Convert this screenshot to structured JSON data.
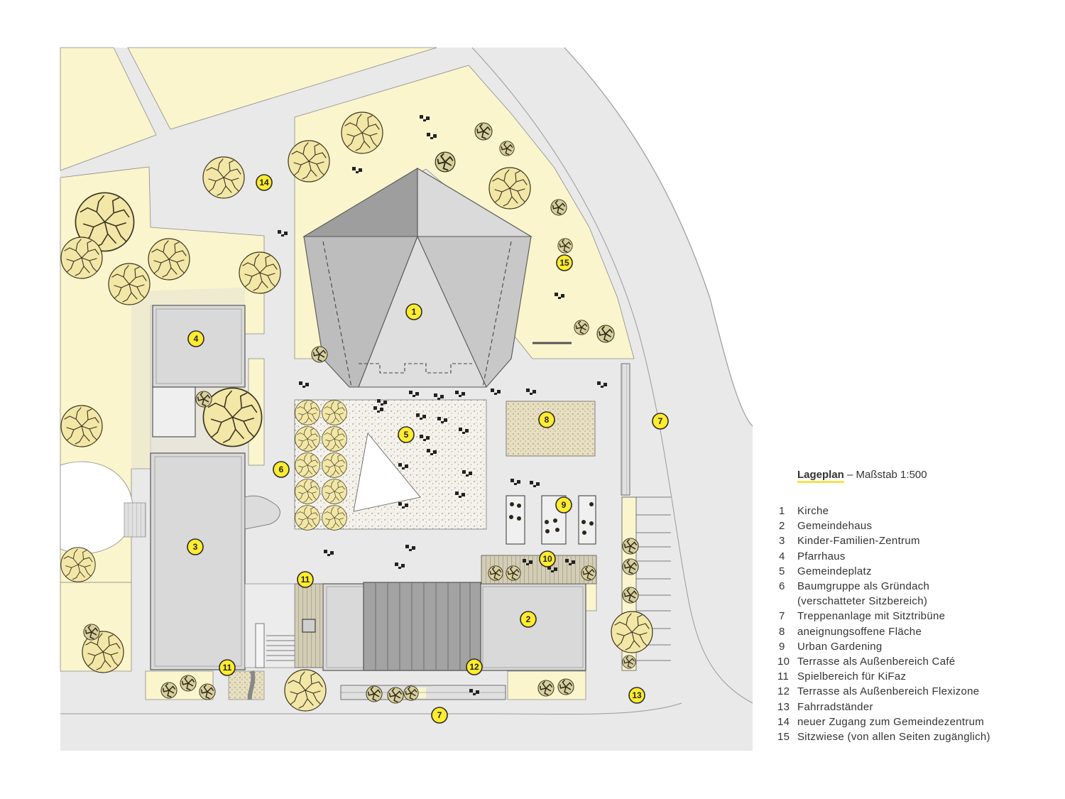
{
  "legend": {
    "title_bold": "Lageplan",
    "title_rest": " – Maßstab 1:500",
    "items": [
      {
        "num": "1",
        "label": "Kirche"
      },
      {
        "num": "2",
        "label": "Gemeindehaus"
      },
      {
        "num": "3",
        "label": "Kinder-Familien-Zentrum"
      },
      {
        "num": "4",
        "label": "Pfarrhaus"
      },
      {
        "num": "5",
        "label": "Gemeindeplatz"
      },
      {
        "num": "6",
        "label": "Baumgruppe als Gründach"
      },
      {
        "num": "",
        "label": "(verschatteter Sitzbereich)"
      },
      {
        "num": "7",
        "label": "Treppenanlage mit Sitztribüne"
      },
      {
        "num": "8",
        "label": "aneignungsoffene Fläche"
      },
      {
        "num": "9",
        "label": "Urban Gardening"
      },
      {
        "num": "10",
        "label": "Terrasse als Außenbereich Café"
      },
      {
        "num": "11",
        "label": "Spielbereich für KiFaz"
      },
      {
        "num": "12",
        "label": "Terrasse als Außenbereich Flexizone"
      },
      {
        "num": "13",
        "label": "Fahrradständer"
      },
      {
        "num": "14",
        "label": "neuer Zugang zum Gemeindezentrum"
      },
      {
        "num": "15",
        "label": "Sitzwiese (von allen Seiten zugänglich)"
      }
    ]
  },
  "markers": {
    "m1": "1",
    "m2": "2",
    "m3": "3",
    "m4": "4",
    "m5": "5",
    "m6": "6",
    "m7a": "7",
    "m7b": "7",
    "m8": "8",
    "m9": "9",
    "m10": "10",
    "m11a": "11",
    "m11b": "11",
    "m12": "12",
    "m13": "13",
    "m14": "14",
    "m15": "15"
  },
  "colors": {
    "lawn": "#fbf5cd",
    "paving": "#e9e9e9",
    "building": "#d9d9d9",
    "roof_dark": "#9e9e9e",
    "roof_mid": "#bdbdbd",
    "roof_light": "#d6d6d6",
    "marker": "#ffec2e",
    "tree_fill": "#f2e7a6",
    "tree_line": "#3a3320"
  }
}
